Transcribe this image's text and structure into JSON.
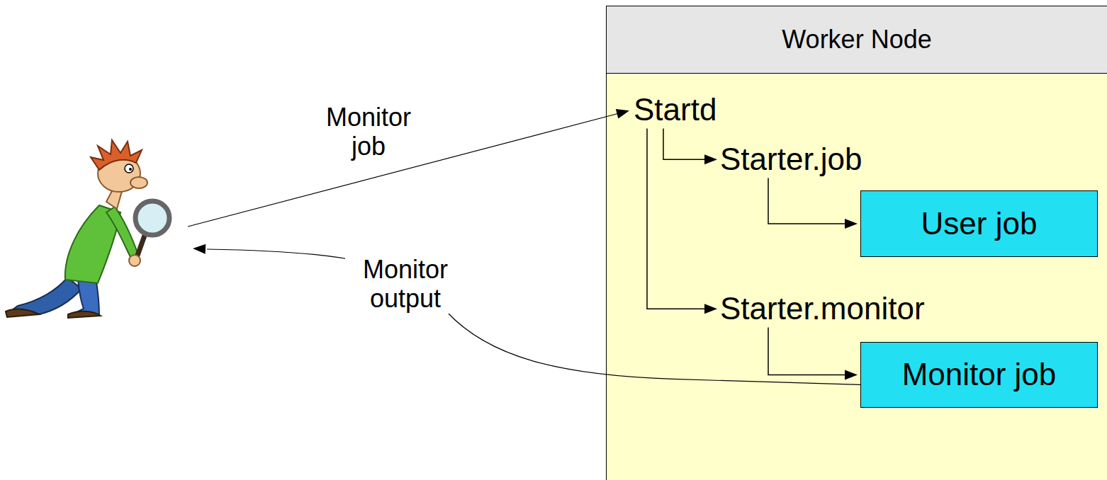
{
  "diagram": {
    "nodes": [
      {
        "text": [
          "Worker Node"
        ]
      },
      {
        "text": [
          "Startd"
        ],
        "in": 0
      },
      {
        "text": [
          "Starter.job"
        ],
        "in": 0
      },
      {
        "text": [
          "User job"
        ],
        "in": 0
      },
      {
        "text": [
          "Starter.monitor"
        ],
        "in": 0
      },
      {
        "text": [
          "Monitor job"
        ],
        "in": 0
      }
    ],
    "edges": [
      {
        "from": 1,
        "to": 2,
        "arrow": "to"
      },
      {
        "from": 1,
        "to": 4,
        "arrow": "to"
      },
      {
        "from": 2,
        "to": 3,
        "arrow": "to"
      },
      {
        "from": 4,
        "to": 5,
        "arrow": "to"
      }
    ],
    "labels": [
      "Monitor job",
      "Monitor output"
    ]
  }
}
